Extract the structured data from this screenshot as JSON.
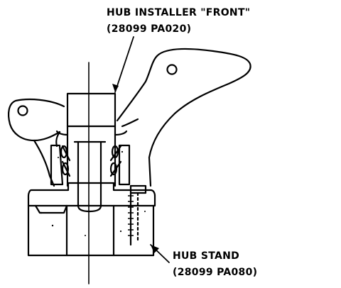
{
  "callouts": {
    "hub_installer": {
      "name": "HUB INSTALLER \"FRONT\"",
      "part_number": "(28099 PA020)"
    },
    "hub_stand": {
      "name": "HUB STAND",
      "part_number": "(28099 PA080)"
    }
  },
  "colors": {
    "ink": "#000000",
    "paper": "#ffffff"
  }
}
